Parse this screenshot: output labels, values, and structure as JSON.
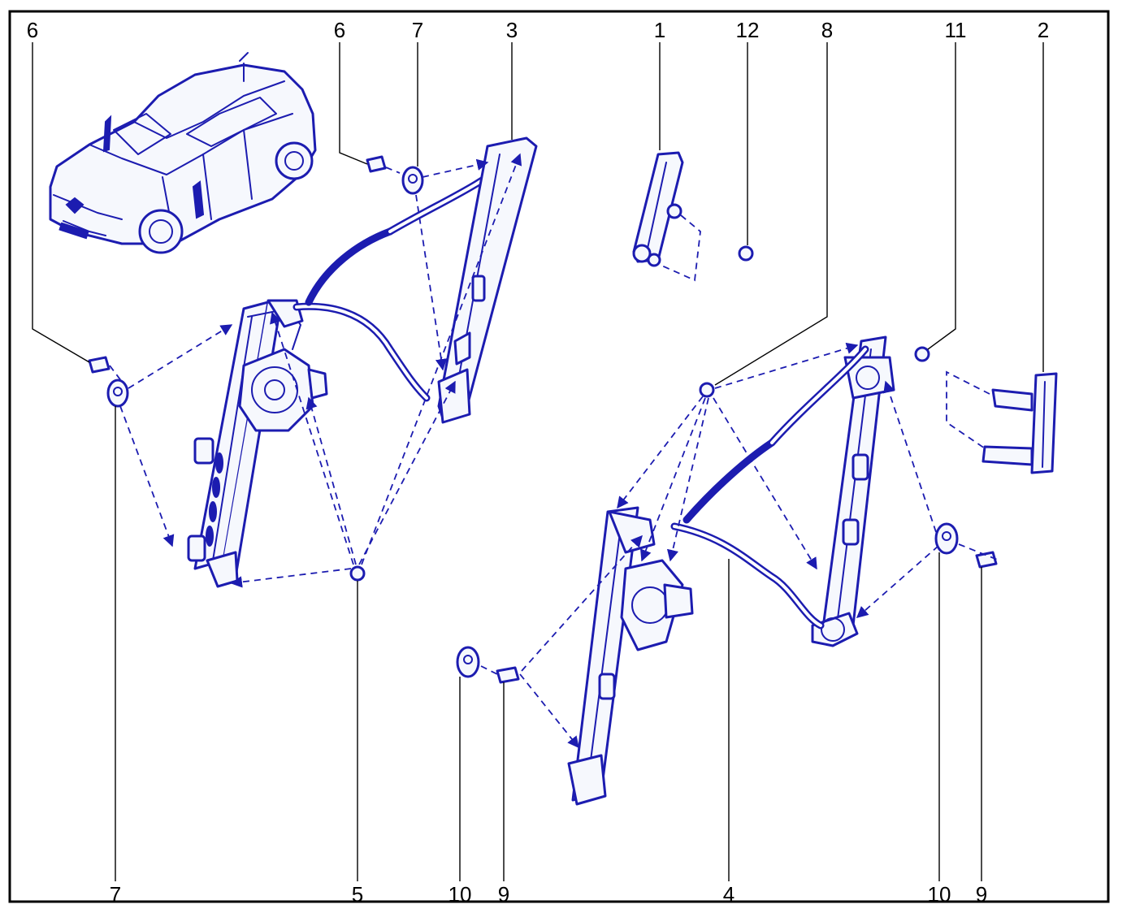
{
  "colors": {
    "ink": "#1c1cb0",
    "frame": "#000000"
  },
  "callouts": {
    "c1": "1",
    "c2": "2",
    "c3": "3",
    "c4": "4",
    "c5": "5",
    "c6a": "6",
    "c6b": "6",
    "c7a": "7",
    "c7b": "7",
    "c8": "8",
    "c9a": "9",
    "c9b": "9",
    "c10a": "10",
    "c10b": "10",
    "c11": "11",
    "c12": "12"
  }
}
